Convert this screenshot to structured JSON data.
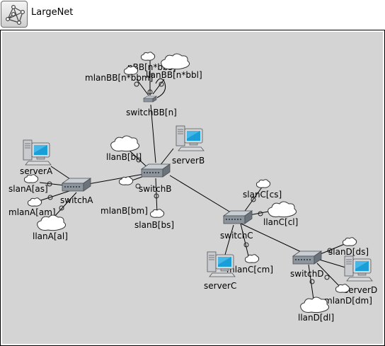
{
  "window": {
    "title": "LargeNet",
    "icon": "network-graph-icon"
  },
  "nodes": {
    "switchBB": "switchBB[n]",
    "nBB": "nBB[n*bbs]",
    "llanBB": "llanBB[n*bbl]",
    "mlanBB": "mlanBB[n*bbm]",
    "serverA": "serverA",
    "switchA": "switchA",
    "slanA": "slanA[as]",
    "mlanA": "mlanA[am]",
    "llanA": "llanA[al]",
    "switchB": "switchB",
    "serverB": "serverB",
    "llanB": "llanB[bl]",
    "mlanB": "mlanB[bm]",
    "slanB": "slanB[bs]",
    "switchC": "switchC",
    "slanC": "slanC[cs]",
    "llanC": "llanC[cl]",
    "mlanC": "mlanC[cm]",
    "serverC": "serverC",
    "switchD": "switchD",
    "slanD": "slanD[ds]",
    "serverD": "serverD",
    "mlanD": "mlanD[dm]",
    "llanD": "llanD[dl]"
  },
  "colors": {
    "canvas": "#d4d4d4",
    "link": "#000000",
    "switch_body": "#9aa1aa",
    "screen": "#1a9ed8",
    "cloud": "#ffffff"
  }
}
